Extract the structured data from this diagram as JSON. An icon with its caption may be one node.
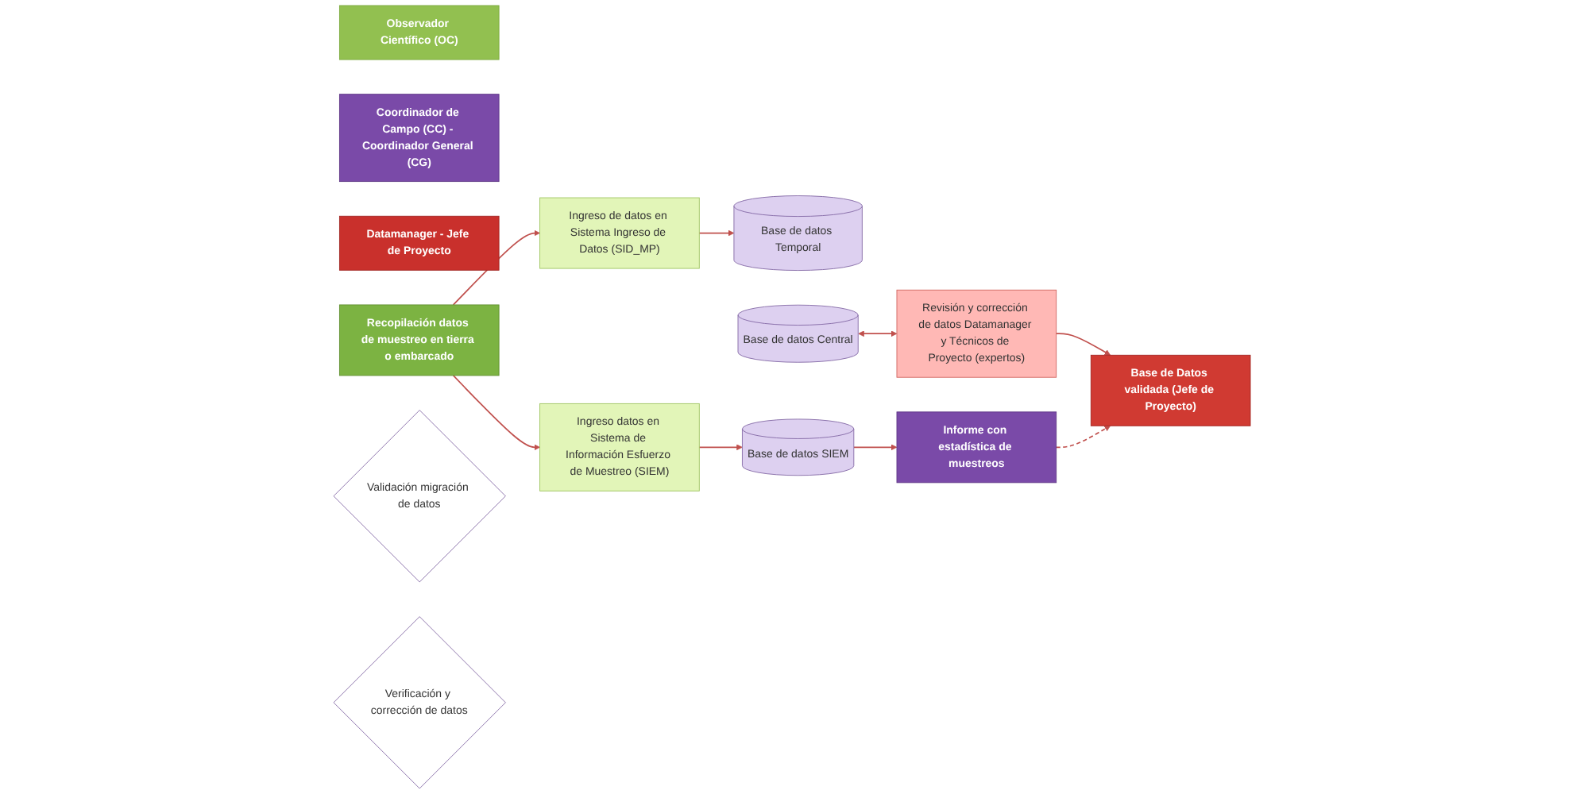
{
  "diagram": {
    "nodes": [
      {
        "text": [
          "Observador Científico (OC)"
        ]
      },
      {
        "text": [
          "Coordinador de Campo (CC) - Coordinador General (CG)"
        ]
      },
      {
        "text": [
          "Datamanager - Jefe de Proyecto"
        ]
      },
      {
        "text": [
          "Recopilación datos de muestreo en tierra o embarcado"
        ]
      },
      {
        "text": [
          "Ingreso de datos en Sistema Ingreso de Datos (SID_MP)"
        ]
      },
      {
        "text": [
          "Base de datos Temporal"
        ]
      },
      {
        "text": [
          "Validación migración de datos"
        ]
      },
      {
        "text": [
          "Base de datos Central"
        ]
      },
      {
        "text": [
          "Revisión y corrección de datos Datamanager y Técnicos de Proyecto (expertos)"
        ]
      },
      {
        "text": [
          "Verificación y corrección de datos"
        ]
      },
      {
        "text": [
          "Base de Datos validada (Jefe de Proyecto)"
        ]
      },
      {
        "text": [
          "Ingreso datos en Sistema de Información Esfuerzo de Muestreo (SIEM)"
        ]
      },
      {
        "text": [
          "Base de datos SIEM"
        ]
      },
      {
        "text": [
          "Informe con estadística de muestreos"
        ]
      }
    ],
    "edges": [
      {
        "from": 3,
        "to": 4,
        "arrow": "to"
      },
      {
        "from": 3,
        "to": 11,
        "arrow": "to"
      },
      {
        "from": 4,
        "to": 5,
        "arrow": "to"
      },
      {
        "from": 7,
        "to": 8,
        "arrow": "both"
      },
      {
        "from": 8,
        "to": 10,
        "arrow": "to"
      },
      {
        "from": 11,
        "to": 12,
        "arrow": "to"
      },
      {
        "from": 12,
        "to": 13,
        "arrow": "to"
      },
      {
        "from": 13,
        "to": 10,
        "arrow": "to",
        "style": "dashed"
      }
    ]
  }
}
